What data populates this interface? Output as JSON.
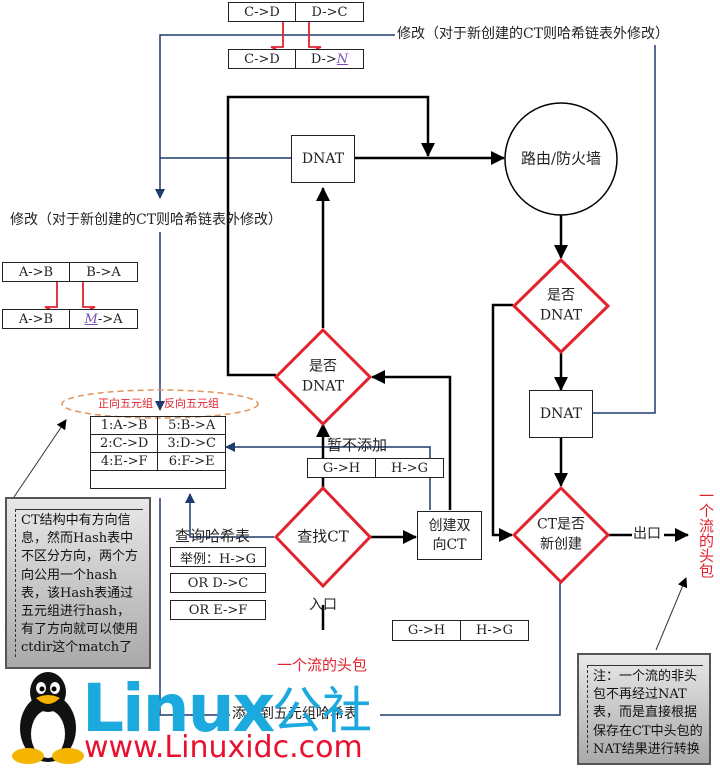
{
  "annotations": {
    "modify_top": "修改（对于新创建的CT则哈希链表外修改）",
    "modify_left": "修改（对于新创建的CT则哈希链表外修改）",
    "not_added": "暂不添加",
    "lookup_hash": "查询哈希表",
    "entry": "入口",
    "exit": "出口",
    "first_packet_bottom": "一个流的头包",
    "first_packet_right": "一个流的头包",
    "add_to_hash": "添加到五元组哈希表"
  },
  "tuple_pairs": {
    "top_before": [
      "C->D",
      "D->C"
    ],
    "top_after": [
      "C->D",
      "D->"
    ],
    "top_after_highlight": "N",
    "left_before": [
      "A->B",
      "B->A"
    ],
    "left_after_prefix": "A->B",
    "left_after_highlight": "M",
    "left_after_suffix": "->A",
    "mid": [
      "G->H",
      "H->G"
    ],
    "bottom": [
      "G->H",
      "H->G"
    ]
  },
  "hash_table": {
    "forward_label": "正向五元组",
    "reverse_label": "反向五元组",
    "rows": [
      [
        "1:A->B",
        "5:B->A"
      ],
      [
        "2:C->D",
        "3:D->C"
      ],
      [
        "4:E->F",
        "6:F->E"
      ],
      [
        "",
        ""
      ]
    ]
  },
  "query_examples": [
    "举例：H->G",
    "OR D->C",
    "OR E->F"
  ],
  "nodes": {
    "dnat_top": "DNAT",
    "router": "路由/防火墙",
    "is_dnat_left_1": "是否",
    "is_dnat_left_2": "DNAT",
    "is_dnat_right_1": "是否",
    "is_dnat_right_2": "DNAT",
    "dnat_right": "DNAT",
    "find_ct": "查找CT",
    "create_ct_1": "创建双",
    "create_ct_2": "向CT",
    "ct_new_1": "CT是否",
    "ct_new_2": "新创建"
  },
  "notes": {
    "left": "CT结构中有方向信息，然而Hash表中不区分方向，两个方向公用一个hash表，该Hash表通过五元组进行hash，有了方向就可以使用ctdir这个match了",
    "right": "注：一个流的非头包不再经过NAT表，而是直接根据保存在CT中头包的NAT结果进行转换"
  },
  "watermark": {
    "brand": "Linux",
    "brand_cn": "公社",
    "url": "www.Linuxidc.com"
  },
  "colors": {
    "flow_line": "#000000",
    "data_line": "#1f3a6e",
    "decision_border": "#e2232e",
    "highlight_text": "#e2232e",
    "logo_blue": "#1ba9de",
    "logo_red": "#e9102f"
  }
}
